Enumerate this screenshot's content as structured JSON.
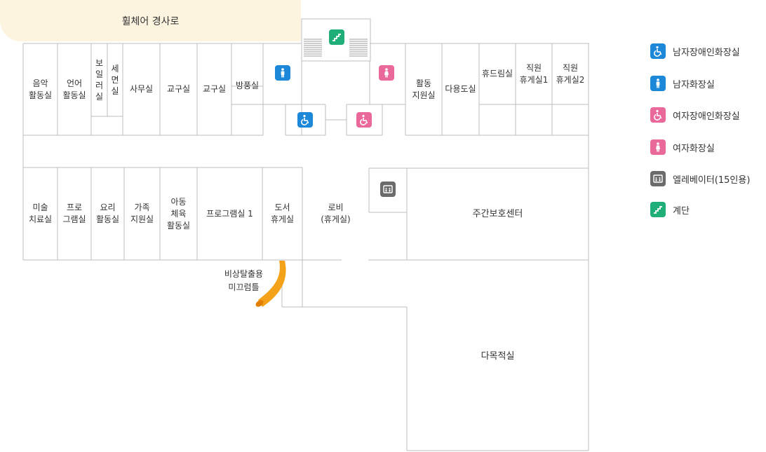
{
  "ramp_label": "휠체어 경사로",
  "rooms": {
    "music": "음악\n활동실",
    "language": "언어\n활동실",
    "boiler": "보\n일\n러\n실",
    "washroom": "세\n면\n실",
    "office": "사무실",
    "teaching1": "교구실",
    "teaching2": "교구실",
    "windbreak": "방풍실",
    "activity_support": "활동\n지원실",
    "multipurpose_room": "다용도실",
    "dream": "휴드림실",
    "staff_lounge1": "직원\n휴게실1",
    "staff_lounge2": "직원\n휴게실2",
    "art_therapy": "미술\n치료실",
    "program_room": "프로\n그램실",
    "cooking": "요리\n활동실",
    "family_support": "가족\n지원실",
    "child_sports": "아동\n체육\n활동실",
    "program1": "프로그램실 1",
    "library": "도서\n휴게실",
    "lobby": "로비\n(휴게실)",
    "day_care": "주간보호센터",
    "multipurpose_hall": "다목적실"
  },
  "slide_label": "비상탈출용\n미끄럼틀",
  "legend": [
    {
      "icon": "wheelchair-icon",
      "color": "#1e88d8",
      "label": "남자장애인화장실"
    },
    {
      "icon": "man-icon",
      "color": "#1e88d8",
      "label": "남자화장실"
    },
    {
      "icon": "wheelchair-icon",
      "color": "#e8699a",
      "label": "여자장애인화장실"
    },
    {
      "icon": "woman-icon",
      "color": "#e8699a",
      "label": "여자화장실"
    },
    {
      "icon": "elevator-icon",
      "color": "#6b6b6b",
      "label": "엘레베이터(15인용)"
    },
    {
      "icon": "stairs-icon",
      "color": "#1fae77",
      "label": "계단"
    }
  ]
}
